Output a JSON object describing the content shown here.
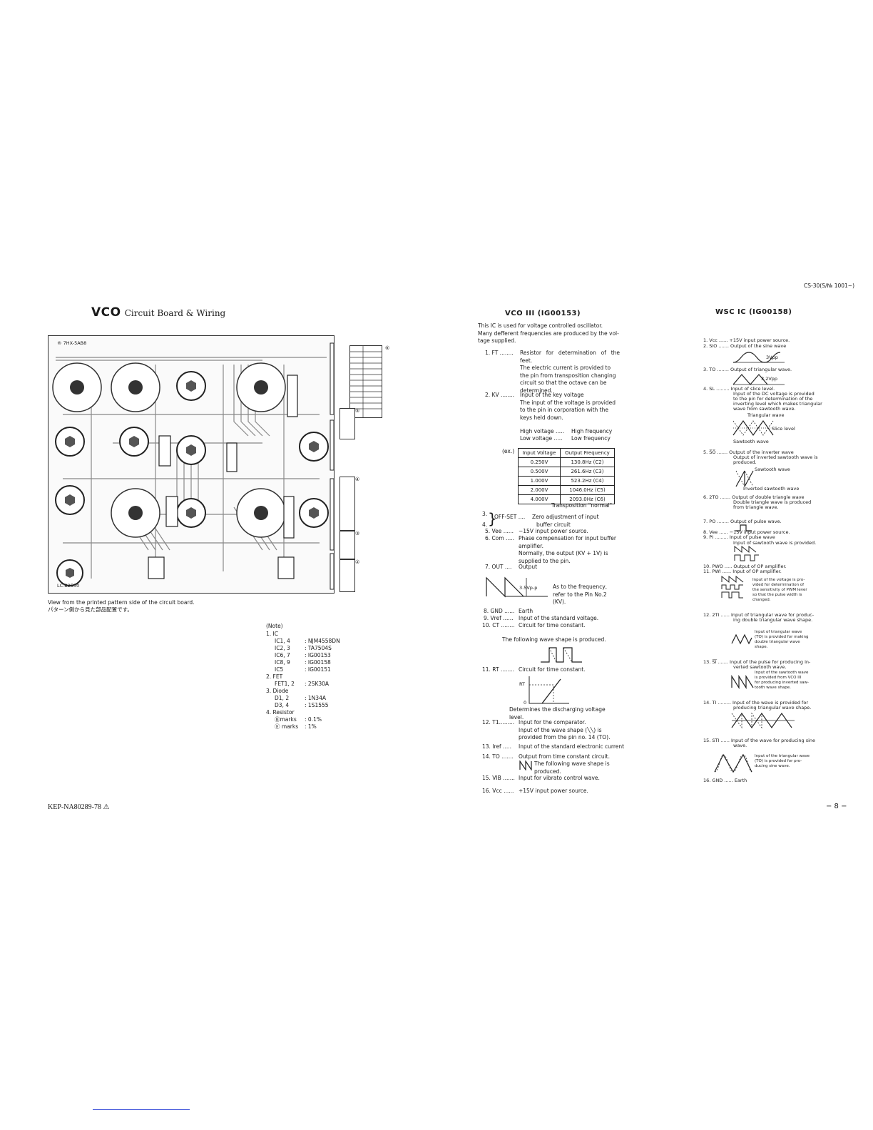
{
  "top_right": "CS-30(S/№ 1001~)",
  "left": {
    "title_main": "VCO",
    "title_sub": "Circuit Board & Wiring",
    "board_labels": [
      "® 7HX-5AB8",
      "LC-B2550"
    ],
    "caption_en": "View from the printed pattern side of the circuit board.",
    "caption_jp": "パターン側から見た部品配置です。",
    "connector_marks": [
      "⑥",
      "⑤",
      "④",
      "③",
      "②"
    ],
    "note": {
      "heading": "(Note)",
      "items": [
        {
          "label": "1. IC",
          "value": ""
        },
        {
          "label": "IC1, 4",
          "value": ": NJM4558DN",
          "indent": true
        },
        {
          "label": "IC2, 3",
          "value": ": TA7504S",
          "indent": true
        },
        {
          "label": "IC6, 7",
          "value": ": IG00153",
          "indent": true
        },
        {
          "label": "IC8, 9",
          "value": ": IG00158",
          "indent": true
        },
        {
          "label": "IC5",
          "value": ": IG00151",
          "indent": true
        },
        {
          "label": "2. FET",
          "value": ""
        },
        {
          "label": "FET1, 2",
          "value": ": 2SK30A",
          "indent": true
        },
        {
          "label": "3. Diode",
          "value": ""
        },
        {
          "label": "D1, 2",
          "value": ": 1N34A",
          "indent": true
        },
        {
          "label": "D3, 4",
          "value": ": 1S1555",
          "indent": true
        },
        {
          "label": "4. Resistor",
          "value": ""
        },
        {
          "label": "Ⓑmarks",
          "value": ": 0.1%",
          "indent": true
        },
        {
          "label": "Ⓔ marks",
          "value": ": 1%",
          "indent": true
        }
      ]
    },
    "footer": "KEP-NA80289-78 ⚠"
  },
  "mid": {
    "title": "VCO III (IG00153)",
    "intro": [
      "This IC is used for voltage controlled oscillator.",
      "Many defferent frequencies are produced by the vol-",
      "tage supplied."
    ],
    "ft_label": "1.  FT ........",
    "ft_desc": [
      "Resistor for determination of the feet.",
      "The electric current is provided to",
      "the pin from transposition changing",
      "circuit so that the octave can be",
      "determined."
    ],
    "kv_label": "2.  KV ........",
    "kv_desc": [
      "Input of the key voltage",
      "The input of the voltage is provided",
      "to the pin in corporation with the",
      "keys held down."
    ],
    "hv": [
      "High voltage .....",
      "High frequency"
    ],
    "lv": [
      "Low voltage .....",
      "Low frequency"
    ],
    "ex": "(ex.)",
    "table_head": [
      "Input Voltage",
      "Output Frequency"
    ],
    "table_rows": [
      [
        "0.250V",
        "130.8Hz  (C2)"
      ],
      [
        "0.500V",
        "261.6Hz  (C3)"
      ],
      [
        "1.000V",
        "523.2Hz  (C4)"
      ],
      [
        "2.000V",
        "1046.0Hz  (C5)"
      ],
      [
        "4.000V",
        "2093.0Hz  (C6)"
      ]
    ],
    "transposition": "Transposition \"normal\"",
    "offset_nums": [
      "3.",
      "4."
    ],
    "offset_label": "OFF-SET ....",
    "offset_desc": [
      "Zero adjustment of input",
      "buffer circuit"
    ],
    "vee": [
      "5.  Vee ......",
      "−15V input power source."
    ],
    "com_label": "6.  Com .....",
    "com_desc": [
      "Phase compensation for input buffer",
      "amplifier.",
      "Normally, the output (KV + 1V) is",
      "supplied to the pin."
    ],
    "out": [
      "7.  OUT ....",
      "Output"
    ],
    "vpp": "3.5Vp-p",
    "out_note": [
      "As to the frequency,",
      "refer to the Pin No.2",
      "(KV)."
    ],
    "gnd": [
      "8.  GND ......",
      "Earth"
    ],
    "vref": [
      "9.  Vref ......",
      "Input of the standard voltage."
    ],
    "ct": [
      "10.  CT ........",
      "Circuit for time constant."
    ],
    "wave_note": "The following wave shape is produced.",
    "rt": [
      "11.  RT ........",
      "Circuit for time constant."
    ],
    "rt_axis": [
      "RT",
      "0"
    ],
    "discharge": [
      "Determines the discharging voltage",
      "level."
    ],
    "t1_label": "12.  T1.........",
    "t1_desc": [
      "Input for the comparator.",
      "Input of the wave shape (╲╲) is",
      "provided from the pin no. 14 (TO)."
    ],
    "iref": [
      "13.  Iref .....",
      "Input of the standard electronic current"
    ],
    "to_label": "14.  TO .......",
    "to_desc": [
      "Output from time constant circuit.",
      "The following wave shape is",
      "produced."
    ],
    "vib": [
      "15.  VIB .......",
      "Input for vibrato control wave."
    ],
    "vcc": [
      "16.  Vcc ......",
      "+15V input power source."
    ]
  },
  "right": {
    "title": "WSC  IC  (IG00158)",
    "items": [
      {
        "t": "1.  Vcc ......  +15V input power source."
      },
      {
        "t": "2.  SIO .......  Output of the sine wave"
      },
      {
        "t": "3.  TO ........  Output of triangular wave."
      },
      {
        "t": "4.  SL .........  Input of slice level."
      },
      {
        "t": "Input of the DC voltage is provided"
      },
      {
        "t": "to the pin for determination of the"
      },
      {
        "t": "inverting level which makes triangular"
      },
      {
        "t": "wave from sawtooth wave."
      },
      {
        "t": "Triangular wave"
      },
      {
        "t": "Slice level"
      },
      {
        "t": "Sawtooth wave"
      },
      {
        "t": "5.  S̅O̅ .......  Output of the inverter wave"
      },
      {
        "t": "Output of inverted sawtooth wave is"
      },
      {
        "t": "produced."
      },
      {
        "t": "Sawtooth wave"
      },
      {
        "t": "Inverted sawtooth wave"
      },
      {
        "t": "6.  2TO .......  Output of double triangle wave"
      },
      {
        "t": "Double triangle wave is produced"
      },
      {
        "t": "from triangle wave."
      },
      {
        "t": "7.  PO ........  Output of pulse wave."
      },
      {
        "t": "8.  Vee ......  −15V input power source."
      },
      {
        "t": "9.  PI .........  Input of pulse wave"
      },
      {
        "t": "Input of sawtooth wave is provided."
      },
      {
        "t": "10.  PWO .....  Output of OP amplifier."
      },
      {
        "t": "11.  PWI ......  Input of OP amplifier."
      },
      {
        "t": "Input of the voltage is pro-"
      },
      {
        "t": "vided for determination of"
      },
      {
        "t": "the sensitivity of PWM lever"
      },
      {
        "t": "so that the pulse width is"
      },
      {
        "t": "changed."
      },
      {
        "t": "12.  2TI ......  Input of triangular wave for produc-"
      },
      {
        "t": "ing double triangular wave shape."
      },
      {
        "t": "Input of triangular wave"
      },
      {
        "t": "(TO) is provided for making"
      },
      {
        "t": "double triangular wave"
      },
      {
        "t": "shape."
      },
      {
        "t": "13.  S̅I̅ .......  Input of the pulse for producing in-"
      },
      {
        "t": "verted sawtooth wave."
      },
      {
        "t": "Input of the sawtooth wave"
      },
      {
        "t": "is provided from VCO III"
      },
      {
        "t": "for producing inverted saw-"
      },
      {
        "t": "tooth wave shape."
      },
      {
        "t": "14.  TI .........  Input of the wave is provided for"
      },
      {
        "t": "producing triangular wave shape."
      },
      {
        "t": "15.  STI ......  Input of the wave for producing sine"
      },
      {
        "t": "wave."
      },
      {
        "t": "Input of the triangular wave"
      },
      {
        "t": "(TO) is provided for pro-"
      },
      {
        "t": "ducing sine wave."
      },
      {
        "t": "16.  GND ......  Earth"
      }
    ],
    "vpp1": "3Vpp",
    "vpp2": "3.2Vpp",
    "page_no": "− 8 −"
  }
}
